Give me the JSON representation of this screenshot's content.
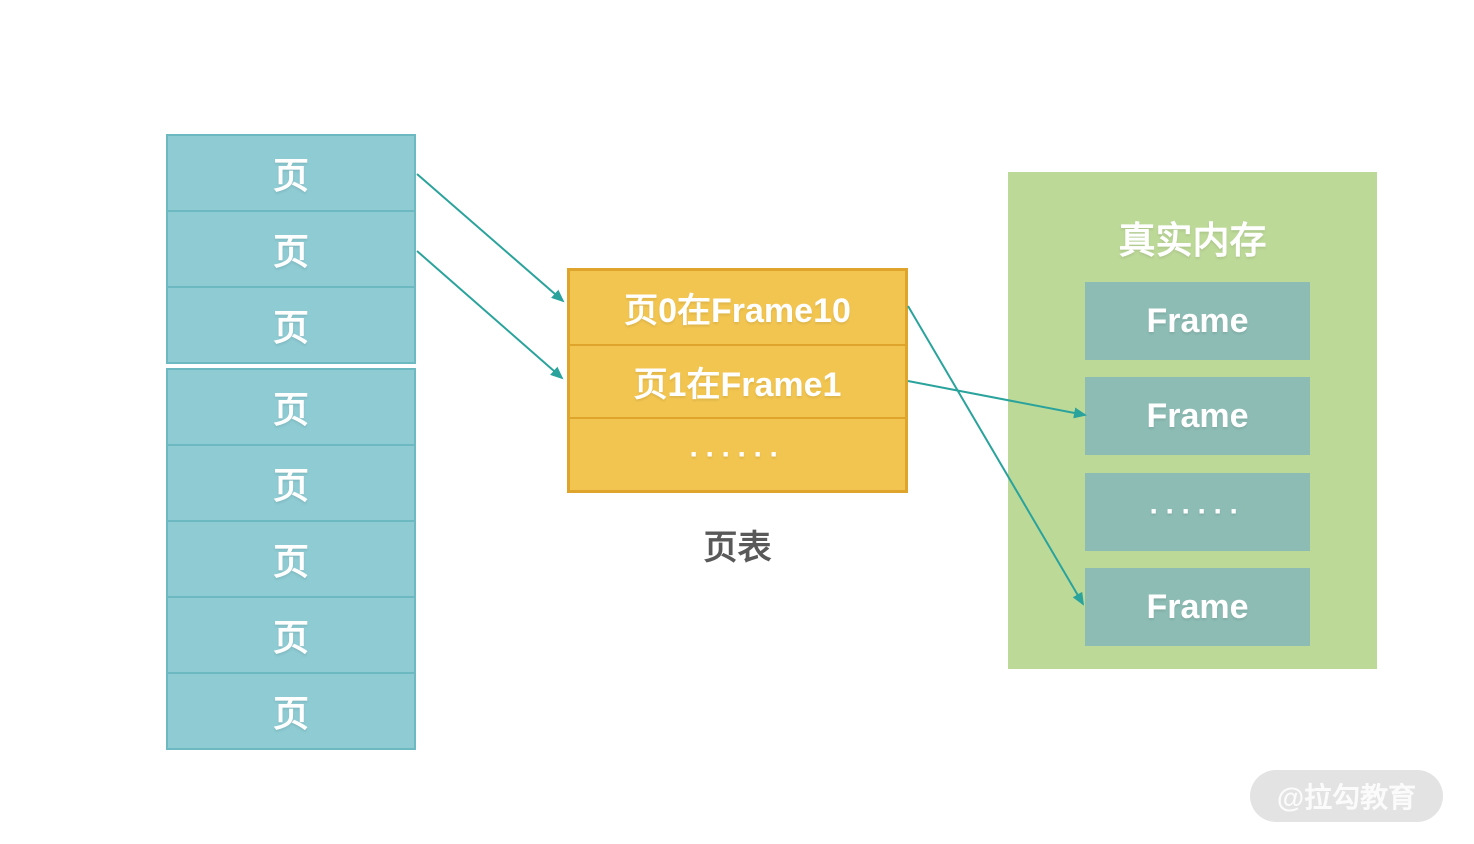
{
  "diagram": {
    "title": "paging memory mapping diagram",
    "background_color": "#ffffff"
  },
  "left_stack": {
    "fill_color": "#8ecbd3",
    "border_color": "#6db9c2",
    "groups": [
      [
        "页",
        "页",
        "页"
      ],
      [
        "页",
        "页",
        "页",
        "页",
        "页"
      ]
    ]
  },
  "page_table": {
    "fill_color": "#f2c550",
    "border_color": "#dfa42c",
    "rows": [
      "页0在Frame10",
      "页1在Frame1",
      "······"
    ],
    "caption": "页表"
  },
  "memory_panel": {
    "title": "真实内存",
    "fill_color": "#bdd998",
    "frame_fill_color": "#8cbcb4",
    "frames": [
      "Frame",
      "Frame",
      "······",
      "Frame"
    ]
  },
  "connections": [
    {
      "from": "page-box-1",
      "to": "page-table-row-1"
    },
    {
      "from": "page-box-2",
      "to": "page-table-row-2"
    },
    {
      "from": "page-table-row-1",
      "to": "frame-box-4"
    },
    {
      "from": "page-table-row-2",
      "to": "frame-box-2"
    }
  ],
  "arrow_color": "#2aa39c",
  "watermark": {
    "label": "@拉勾教育",
    "pill_color": "#e3e3e3"
  }
}
